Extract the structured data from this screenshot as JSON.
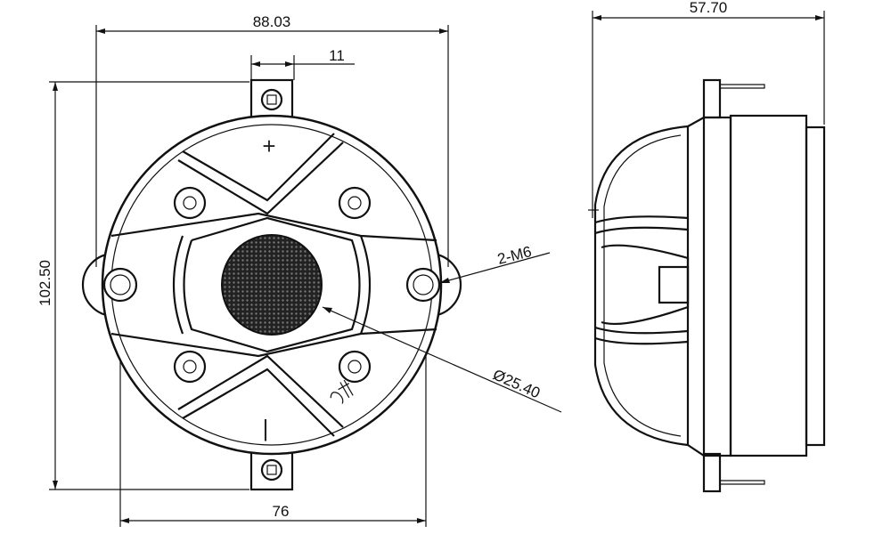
{
  "dimensions": {
    "overall_width": "88.03",
    "tab_width": "11",
    "overall_height": "102.50",
    "mount_hole_spacing": "76",
    "depth": "57.70",
    "mount_holes": "2-M6",
    "dome_diameter": "Ø25.40"
  },
  "polarity": {
    "positive": "+",
    "negative": "|"
  }
}
